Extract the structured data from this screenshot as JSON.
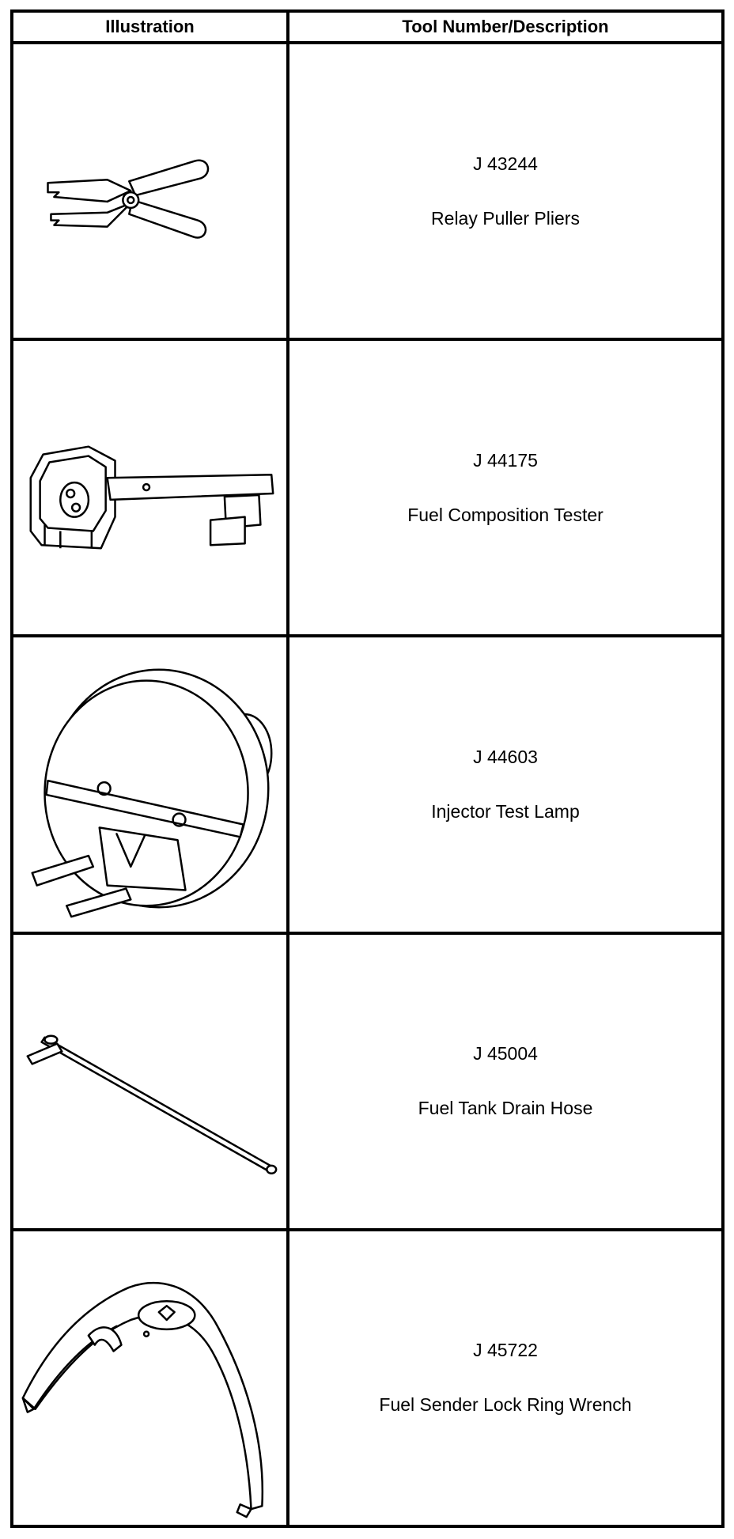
{
  "table": {
    "headers": [
      "Illustration",
      "Tool Number/Description"
    ],
    "rows": [
      {
        "number": "J 43244",
        "description": "Relay Puller Pliers",
        "icon": "relay-puller-pliers-icon"
      },
      {
        "number": "J 44175",
        "description": "Fuel Composition Tester",
        "icon": "fuel-composition-tester-icon"
      },
      {
        "number": "J 44603",
        "description": "Injector Test Lamp",
        "icon": "injector-test-lamp-icon"
      },
      {
        "number": "J 45004",
        "description": "Fuel Tank Drain Hose",
        "icon": "fuel-tank-drain-hose-icon"
      },
      {
        "number": "J 45722",
        "description": "Fuel Sender Lock Ring Wrench",
        "icon": "fuel-sender-lock-ring-wrench-icon"
      }
    ]
  }
}
